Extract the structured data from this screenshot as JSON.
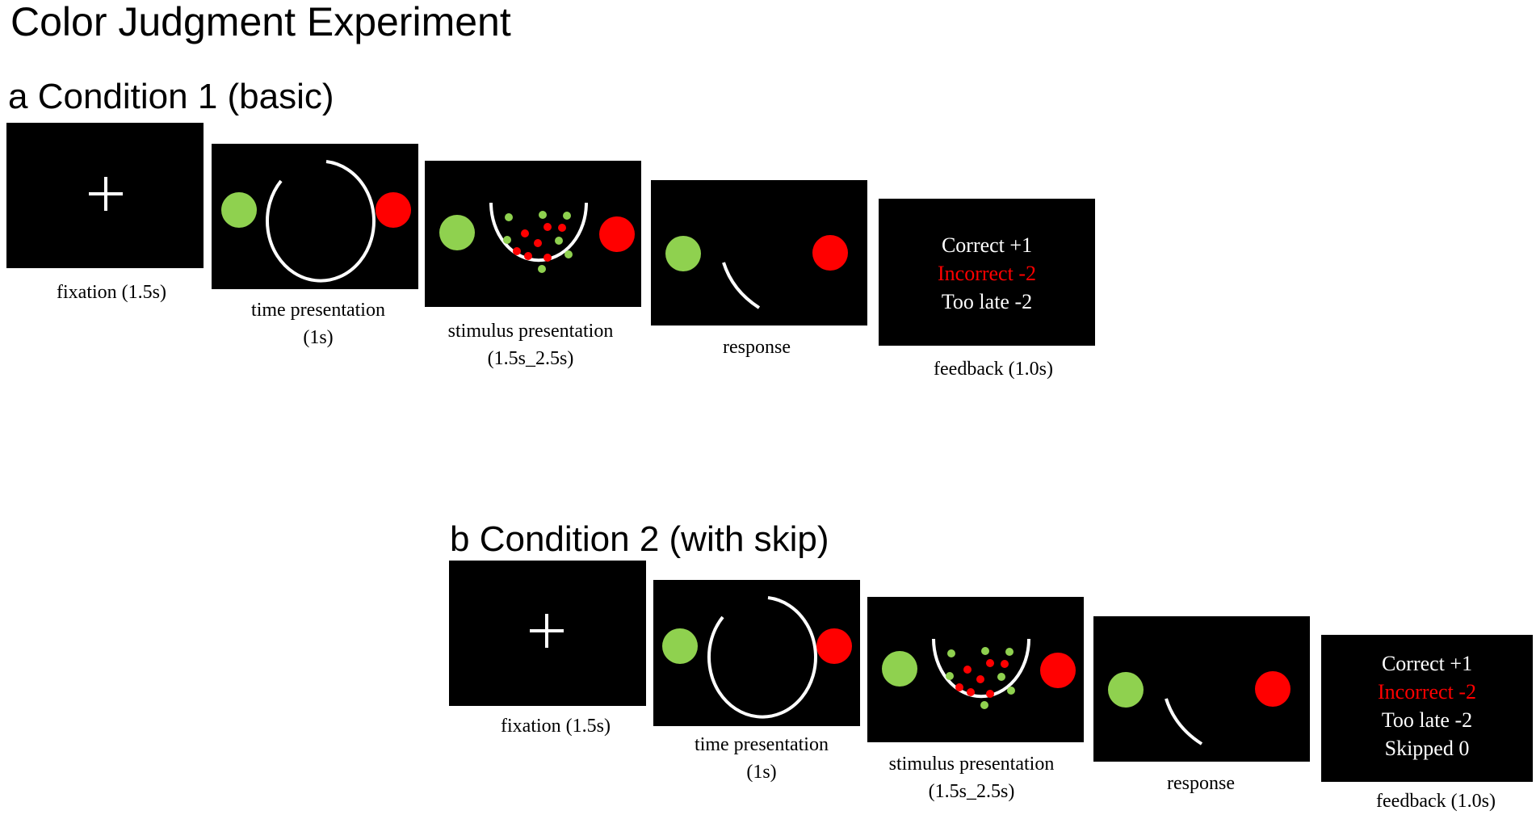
{
  "title": "Color Judgment Experiment",
  "colors": {
    "panel": "#000000",
    "green": "#8fd14f",
    "red": "#ff0000",
    "white": "#ffffff",
    "feedback_red": "#ff0000"
  },
  "condition_a": {
    "heading": "a Condition 1 (basic)",
    "steps": {
      "fixation": {
        "caption": "fixation (1.5s)"
      },
      "time": {
        "caption_1": "time presentation",
        "caption_2": "(1s)"
      },
      "stimulus": {
        "caption_1": "stimulus presentation",
        "caption_2": "(1.5s_2.5s)"
      },
      "response": {
        "caption": "response"
      },
      "feedback": {
        "caption": "feedback (1.0s)",
        "correct": "Correct +1",
        "incorrect": "Incorrect -2",
        "too_late": "Too late -2"
      }
    }
  },
  "condition_b": {
    "heading": "b Condition 2 (with skip)",
    "steps": {
      "fixation": {
        "caption": "fixation (1.5s)"
      },
      "time": {
        "caption_1": "time presentation",
        "caption_2": "(1s)"
      },
      "stimulus": {
        "caption_1": "stimulus presentation",
        "caption_2": "(1.5s_2.5s)"
      },
      "response": {
        "caption": "response"
      },
      "feedback": {
        "caption": "feedback (1.0s)",
        "correct": "Correct +1",
        "incorrect": "Incorrect -2",
        "too_late": "Too late -2",
        "skipped": "Skipped 0"
      }
    }
  }
}
